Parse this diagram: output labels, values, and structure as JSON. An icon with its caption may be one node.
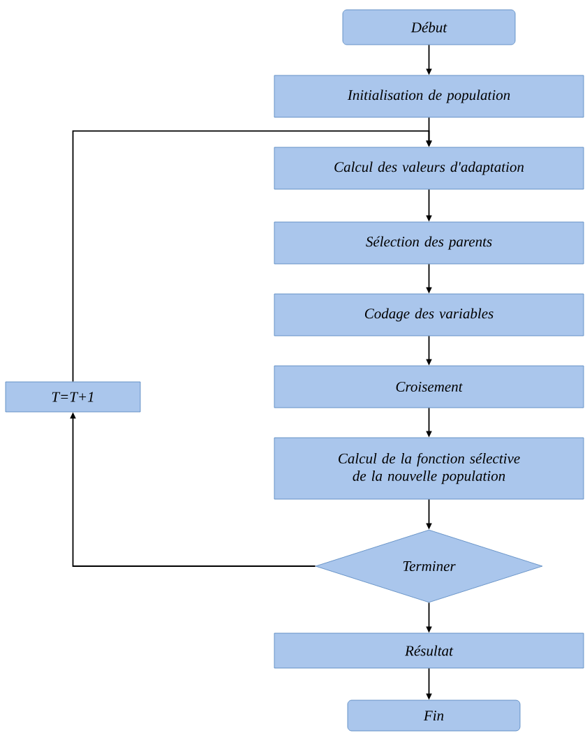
{
  "diagram": {
    "nodes": [
      {
        "text": [
          "Début"
        ]
      },
      {
        "text": [
          "Initialisation de population"
        ]
      },
      {
        "text": [
          "Calcul des valeurs d'adaptation"
        ]
      },
      {
        "text": [
          "Sélection des parents"
        ]
      },
      {
        "text": [
          "Codage des variables"
        ]
      },
      {
        "text": [
          "Croisement"
        ]
      },
      {
        "text": [
          "Calcul de la fonction sélective de la nouvelle population"
        ]
      },
      {
        "text": [
          "Terminer"
        ]
      },
      {
        "text": [
          "Résultat"
        ]
      },
      {
        "text": [
          "Fin"
        ]
      },
      {
        "text": [
          "T=T+1"
        ]
      }
    ],
    "edges": [
      {
        "from": 0,
        "to": 1,
        "arrow": "to"
      },
      {
        "from": 1,
        "to": 2,
        "arrow": "to"
      },
      {
        "from": 2,
        "to": 3,
        "arrow": "to"
      },
      {
        "from": 3,
        "to": 4,
        "arrow": "to"
      },
      {
        "from": 4,
        "to": 5,
        "arrow": "to"
      },
      {
        "from": 5,
        "to": 6,
        "arrow": "to"
      },
      {
        "from": 6,
        "to": 7,
        "arrow": "to"
      },
      {
        "from": 7,
        "to": 8,
        "arrow": "to"
      },
      {
        "from": 8,
        "to": 9,
        "arrow": "to"
      },
      {
        "from": 7,
        "to": 10,
        "arrow": "to"
      },
      {
        "from": 10,
        "to": 2,
        "arrow": "to"
      }
    ]
  }
}
